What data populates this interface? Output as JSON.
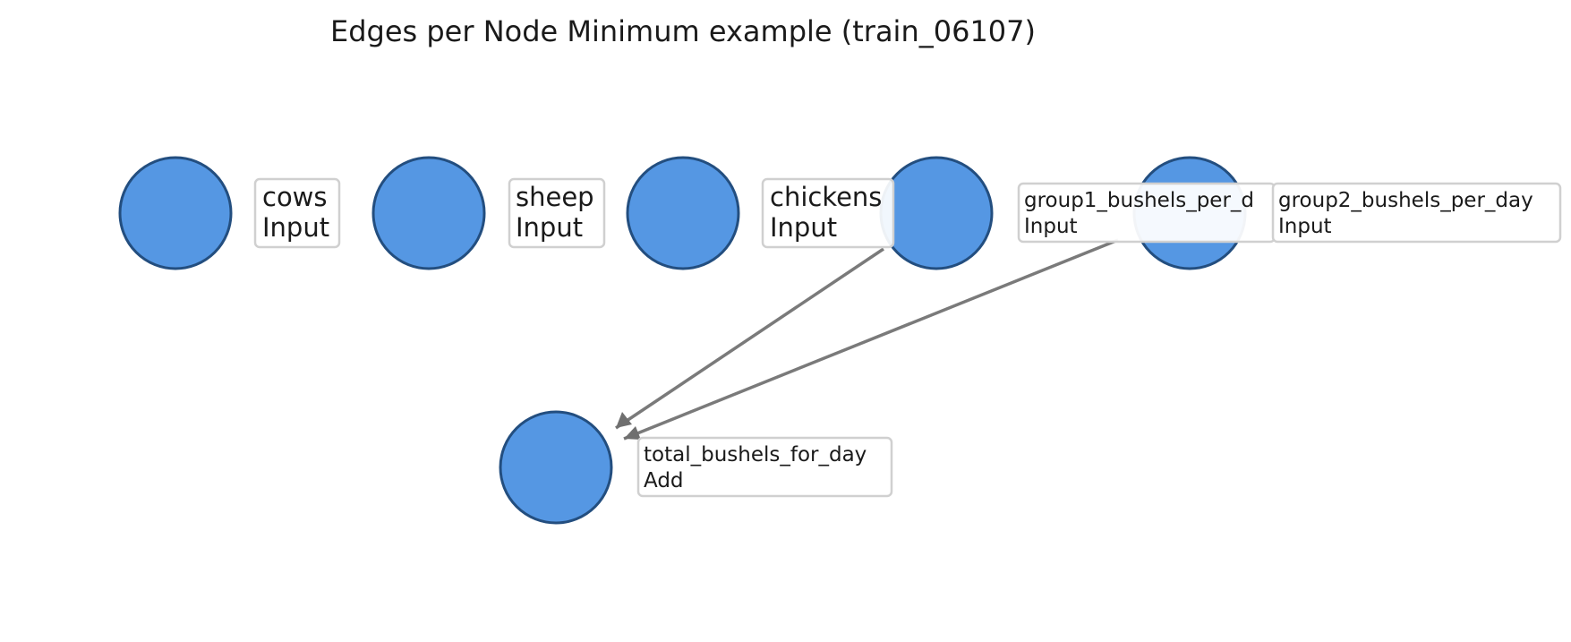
{
  "title": "Edges per Node Minimum example (train_06107)",
  "colors": {
    "node_fill": "#5597e3",
    "node_stroke": "#234e7f",
    "edge": "#7a7a7a",
    "label_border": "#d0d0d0",
    "background": "#ffffff"
  },
  "nodes": [
    {
      "id": "cows",
      "name": "cows",
      "op": "Input"
    },
    {
      "id": "sheep",
      "name": "sheep",
      "op": "Input"
    },
    {
      "id": "chickens",
      "name": "chickens",
      "op": "Input"
    },
    {
      "id": "group1",
      "name": "group1_bushels_per_d",
      "op": "Input"
    },
    {
      "id": "group2",
      "name": "group2_bushels_per_day",
      "op": "Input"
    },
    {
      "id": "total",
      "name": "total_bushels_for_day",
      "op": "Add"
    }
  ],
  "edges": [
    {
      "from": "group1",
      "to": "total"
    },
    {
      "from": "group2",
      "to": "total"
    }
  ]
}
